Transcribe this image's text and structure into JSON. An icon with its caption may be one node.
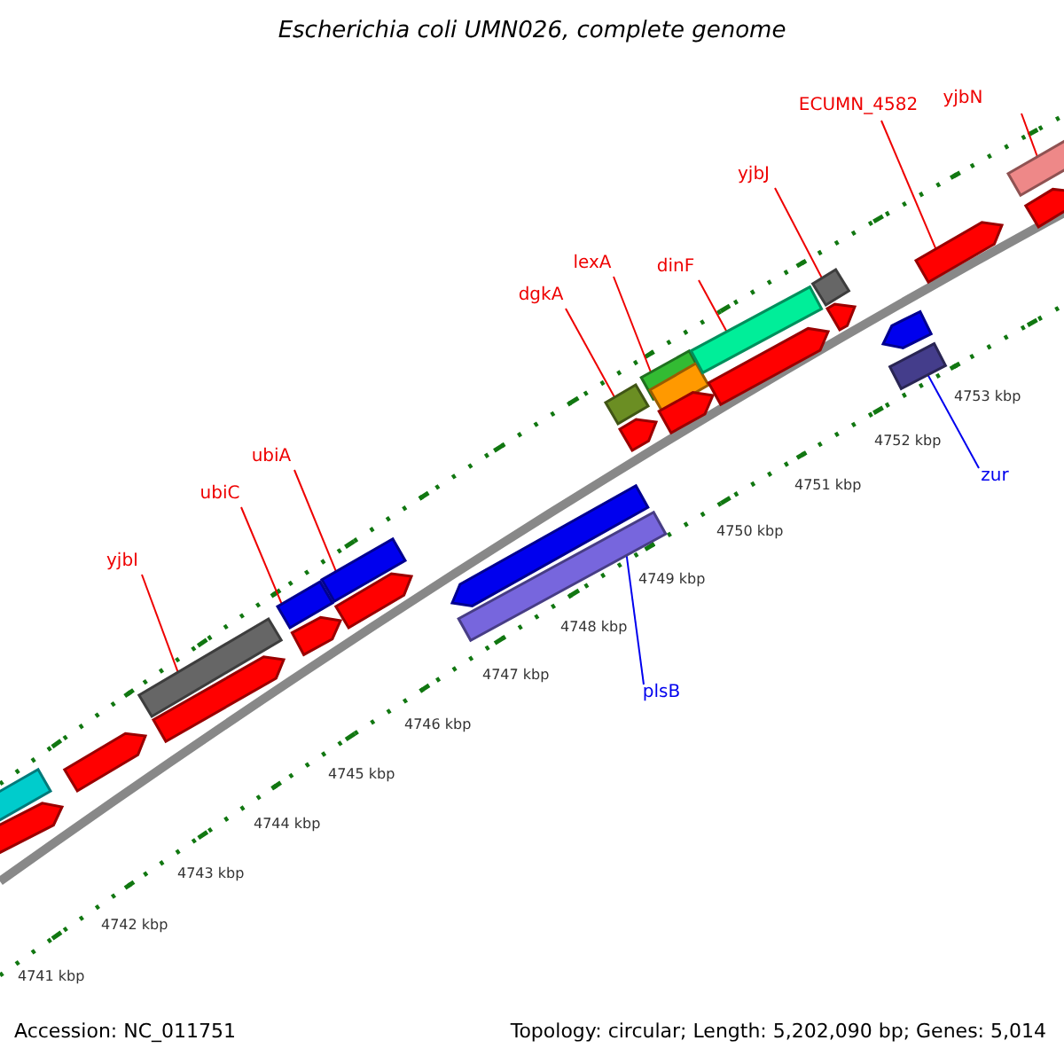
{
  "diagram": {
    "title": "Escherichia coli UMN026, complete genome",
    "nodes": [
      {
        "text": [
          "yjbN"
        ]
      },
      {
        "text": [
          "ECUMN_4582"
        ]
      },
      {
        "text": [
          "yjbJ"
        ]
      },
      {
        "text": [
          "dinF"
        ]
      },
      {
        "text": [
          "lexA"
        ]
      },
      {
        "text": [
          "dgkA"
        ]
      },
      {
        "text": [
          "ubiA"
        ]
      },
      {
        "text": [
          "zur"
        ]
      },
      {
        "text": [
          "ubiC"
        ]
      },
      {
        "text": [
          "yjbI"
        ]
      },
      {
        "text": [
          "plsB"
        ]
      },
      {
        "text": [],
        "shape": "bar"
      },
      {
        "text": [],
        "shape": "bar"
      },
      {
        "text": [],
        "shape": "bar"
      },
      {
        "text": [],
        "shape": "bar"
      },
      {
        "text": [],
        "shape": "bar"
      },
      {
        "text": [],
        "shape": "bar"
      },
      {
        "text": [],
        "shape": "bar"
      },
      {
        "text": [],
        "shape": "bar"
      },
      {
        "text": [],
        "shape": "bar"
      },
      {
        "text": [],
        "shape": "bar"
      },
      {
        "text": [],
        "shape": "bar"
      },
      {
        "text": [],
        "shape": "bar"
      },
      {
        "text": [],
        "shape": "bar"
      },
      {
        "text": [],
        "shape": "bar"
      },
      {
        "text": [],
        "shape": "bar"
      },
      {
        "text": [],
        "shape": "bar"
      },
      {
        "text": [],
        "shape": "bar"
      },
      {
        "text": [],
        "shape": "bar"
      },
      {
        "text": [],
        "shape": "bar"
      },
      {
        "text": [],
        "shape": "bar"
      },
      {
        "text": [],
        "shape": "bar"
      },
      {
        "text": [],
        "shape": "bar"
      },
      {
        "text": [],
        "shape": "bar"
      },
      {
        "text": [],
        "shape": "bar"
      },
      {
        "text": [],
        "shape": "bar"
      }
    ],
    "edges": [
      {
        "from": 0,
        "to": 34,
        "arrow": "none"
      },
      {
        "from": 1,
        "to": 33,
        "arrow": "none"
      },
      {
        "from": 2,
        "to": 29,
        "arrow": "none"
      },
      {
        "from": 3,
        "to": 27,
        "arrow": "none"
      },
      {
        "from": 4,
        "to": 24,
        "arrow": "none"
      },
      {
        "from": 5,
        "to": 22,
        "arrow": "none"
      },
      {
        "from": 6,
        "to": 18,
        "arrow": "none"
      },
      {
        "from": 7,
        "to": 32,
        "arrow": "none",
        "color": "#0000ee"
      },
      {
        "from": 8,
        "to": 16,
        "arrow": "none"
      },
      {
        "from": 9,
        "to": 14,
        "arrow": "none"
      },
      {
        "from": 10,
        "to": 21,
        "arrow": "none",
        "color": "#0000ee"
      }
    ],
    "labels": [
      "4753 kbp",
      "4752 kbp",
      "4751 kbp",
      "4750 kbp",
      "4749 kbp",
      "4748 kbp",
      "4747 kbp",
      "4746 kbp",
      "4745 kbp",
      "4744 kbp",
      "4743 kbp",
      "4742 kbp",
      "4741 kbp",
      "Accession: NC_011751",
      "Topology: circular; Length: 5,202,090 bp; Genes: 5,014"
    ]
  }
}
